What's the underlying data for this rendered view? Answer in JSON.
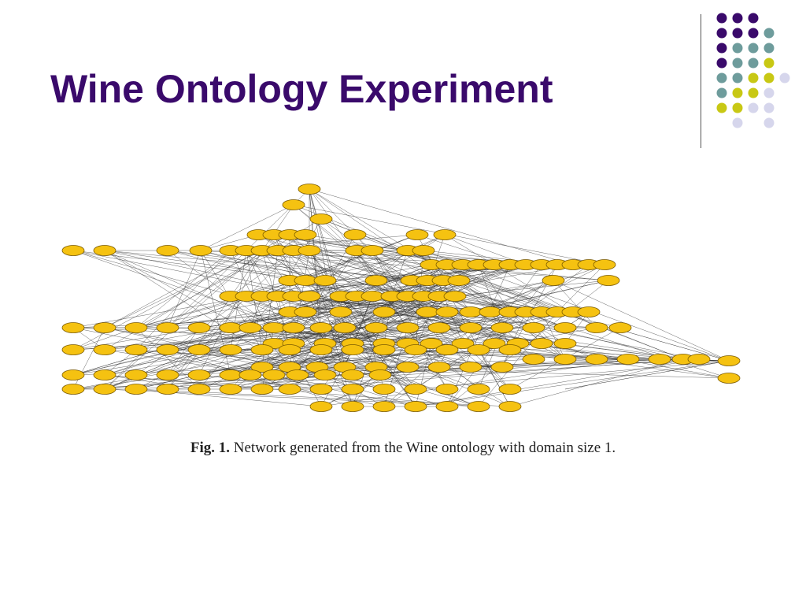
{
  "slide": {
    "title": "Wine Ontology Experiment"
  },
  "figure": {
    "caption_label": "Fig. 1.",
    "caption_text": "Network generated from the Wine ontology with domain size 1."
  },
  "colors": {
    "title": "#3a0a6b",
    "node_fill": "#f5c211",
    "node_stroke": "#7a5a00",
    "edge": "#333333",
    "dot_purple": "#3a0a6b",
    "dot_teal": "#6e9c9c",
    "dot_olive": "#c8c814",
    "dot_lavender": "#d6d6ec"
  }
}
